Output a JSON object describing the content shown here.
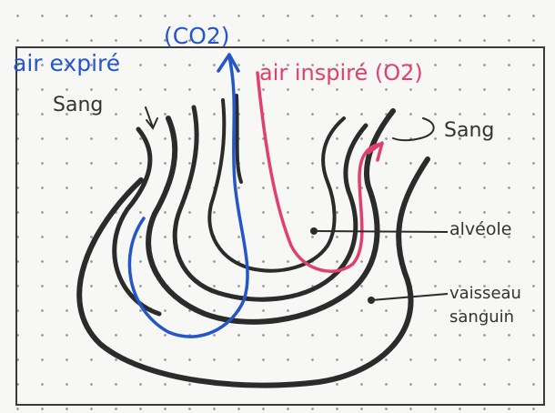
{
  "labels": {
    "air_expire": "air expiré",
    "co2": "(CO2)",
    "air_inspire": "air inspiré (O2)",
    "sang_in": "Sang",
    "sang_out": "Sang",
    "alveole": "alvéole",
    "vaisseau_1": "vaisseau",
    "vaisseau_2": "sanguin"
  },
  "colors": {
    "blue": "#2357c9",
    "pink": "#e0406f",
    "ink": "#2b2b2b",
    "frame": "#3a3a3a"
  }
}
